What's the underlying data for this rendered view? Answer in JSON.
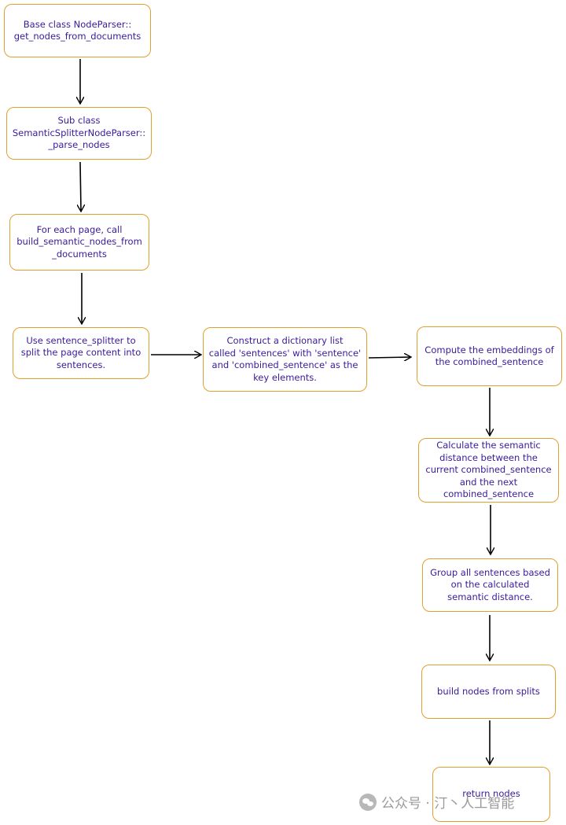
{
  "nodes": [
    {
      "id": "get-nodes",
      "text": "Base class NodeParser::\nget_nodes_from_documents"
    },
    {
      "id": "parse-nodes",
      "text": "Sub class\nSemanticSplitterNodeParser::\n_parse_nodes"
    },
    {
      "id": "for-each-page",
      "text": "For each page, call\nbuild_semantic_nodes_from\n_documents"
    },
    {
      "id": "sentence-splitter",
      "text": "Use sentence_splitter to\nsplit the page content into\nsentences."
    },
    {
      "id": "construct-dict",
      "text": "Construct a dictionary list\ncalled 'sentences' with 'sentence'\nand 'combined_sentence' as the\nkey elements."
    },
    {
      "id": "compute-embeddings",
      "text": "Compute the embeddings of\nthe combined_sentence"
    },
    {
      "id": "semantic-distance",
      "text": "Calculate the semantic\ndistance between the\ncurrent combined_sentence\nand the next\ncombined_sentence"
    },
    {
      "id": "group-sentences",
      "text": "Group all sentences based\non the calculated\nsemantic distance."
    },
    {
      "id": "build-nodes",
      "text": "build nodes from splits"
    },
    {
      "id": "return-nodes",
      "text": "return nodes"
    }
  ],
  "edges": [
    {
      "from": "get-nodes",
      "to": "parse-nodes"
    },
    {
      "from": "parse-nodes",
      "to": "for-each-page"
    },
    {
      "from": "for-each-page",
      "to": "sentence-splitter"
    },
    {
      "from": "sentence-splitter",
      "to": "construct-dict"
    },
    {
      "from": "construct-dict",
      "to": "compute-embeddings"
    },
    {
      "from": "compute-embeddings",
      "to": "semantic-distance"
    },
    {
      "from": "semantic-distance",
      "to": "group-sentences"
    },
    {
      "from": "group-sentences",
      "to": "build-nodes"
    },
    {
      "from": "build-nodes",
      "to": "return-nodes"
    }
  ],
  "watermark": {
    "text": "公众号 · 汀丶人工智能",
    "icon": "wechat-icon"
  },
  "colors": {
    "node_border": "#e0a030",
    "node_text": "#3a1a9a",
    "arrow": "#000000",
    "watermark": "#9a9a9a"
  }
}
